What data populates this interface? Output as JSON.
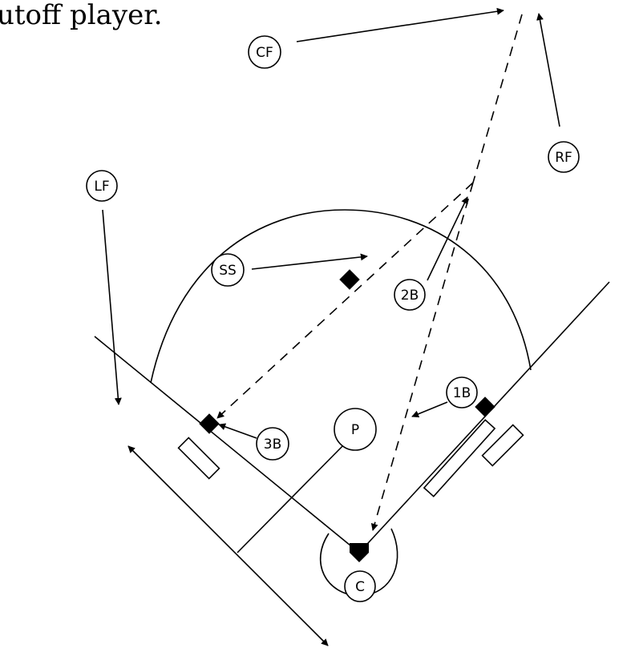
{
  "caption": "utoff player.",
  "players": {
    "cf": "CF",
    "rf": "RF",
    "lf": "LF",
    "ss": "SS",
    "second": "2B",
    "first": "1B",
    "third": "3B",
    "pitcher": "P",
    "catcher": "C"
  }
}
